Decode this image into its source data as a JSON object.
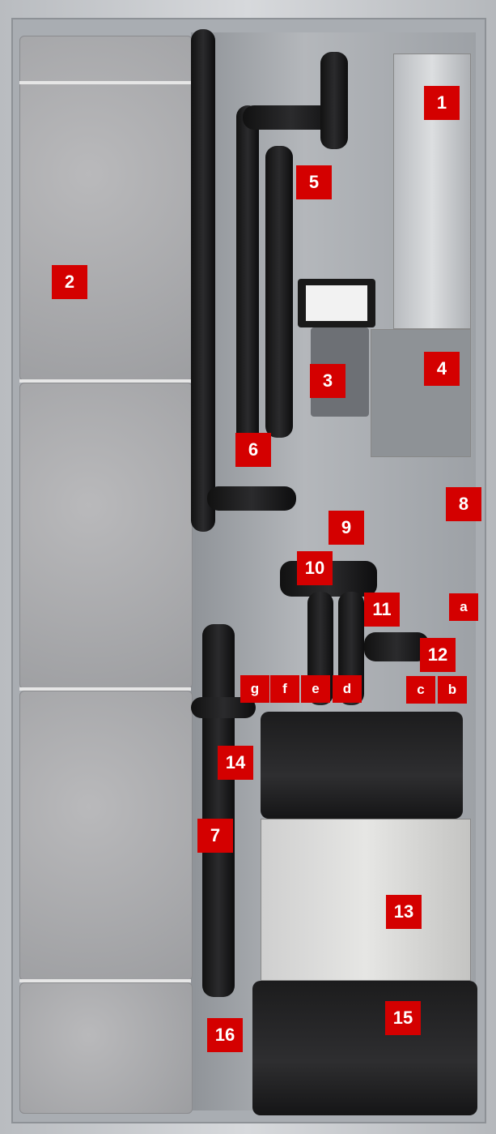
{
  "labels": {
    "n1": "1",
    "n2": "2",
    "n3": "3",
    "n4": "4",
    "n5": "5",
    "n6": "6",
    "n7": "7",
    "n8": "8",
    "n9": "9",
    "n10": "10",
    "n11": "11",
    "n12": "12",
    "n13": "13",
    "n14": "14",
    "n15": "15",
    "n16": "16",
    "a": "a",
    "b": "b",
    "c": "c",
    "d": "d",
    "e": "e",
    "f": "f",
    "g": "g"
  },
  "colors": {
    "label_bg": "#d40000",
    "label_text": "#ffffff"
  }
}
